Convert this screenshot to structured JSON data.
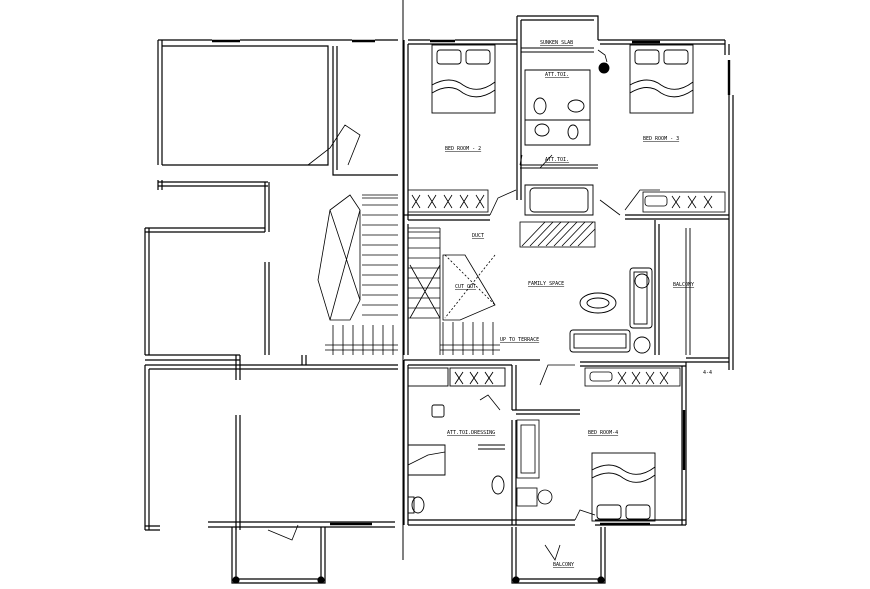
{
  "labels": {
    "sunken_slab": "SUNKEN SLAB",
    "att_toilet_top": "ATT.TOI.",
    "att_toilet_mid": "ATT.TOI.",
    "bed_room_2": "BED ROOM - 2",
    "bed_room_3": "BED ROOM - 3",
    "duct": "DUCT",
    "cut_out": "CUT OUT",
    "family_space": "FAMILY SPACE",
    "balcony_right": "BALCONY",
    "up_to_terrace": "UP TO TERRACE",
    "att_toilet_dressing": "ATT.TOI.DRESSING",
    "bed_room_4": "BED ROOM-4",
    "balcony_bottom": "BALCONY",
    "section_marker": "4-4"
  }
}
